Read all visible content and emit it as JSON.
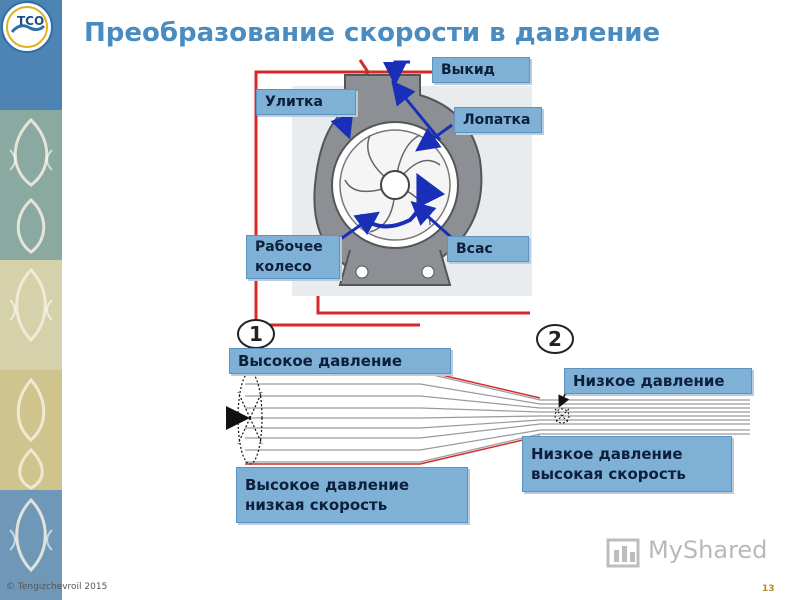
{
  "title": "Преобразование скорости в давление",
  "labels": {
    "vykid": "Выкид",
    "ulitka": "Улитка",
    "lopatka": "Лопатка",
    "vsas": "Всас",
    "impeller_line1": "Рабочее",
    "impeller_line2": "колесо",
    "high_pressure": "Высокое давление",
    "low_pressure": "Низкое давление",
    "hp_ls_line1": "Высокое давление",
    "hp_ls_line2": "низкая скорость",
    "lp_hs_line1": "Низкое давление",
    "lp_hs_line2": "высокая скорость"
  },
  "markers": {
    "one": "1",
    "two": "2"
  },
  "logo_text": "TCO",
  "footer": "© Tengizchevroil 2015",
  "page_number": "13",
  "watermark": "MyShared",
  "colors": {
    "title": "#4a8bc0",
    "label_bg": "#7fb0d6",
    "pipe": "#d42a2a",
    "arrow": "#1a2fb8"
  }
}
